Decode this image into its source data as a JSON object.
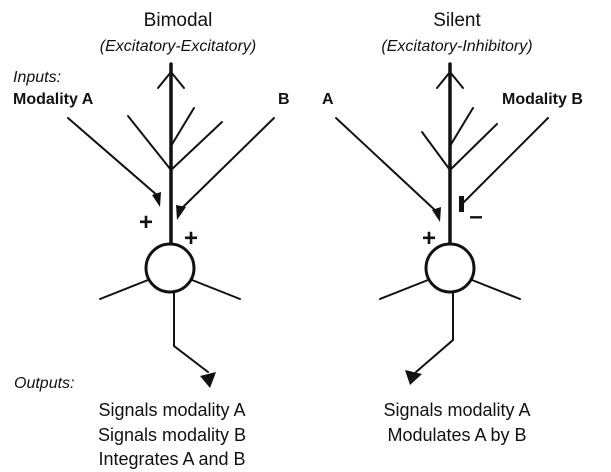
{
  "left": {
    "title": "Bimodal",
    "subtitle": "(Excitatory-Excitatory)",
    "input_a_label": "Modality  A",
    "input_b_label": "B",
    "sign_a": "+",
    "sign_b": "+",
    "outputs": [
      "Signals modality  A",
      "Signals modality  B",
      "Integrates A and B"
    ]
  },
  "right": {
    "title": "Silent",
    "subtitle": "(Excitatory-Inhibitory)",
    "input_a_label": "A",
    "input_b_label": "Modality  B",
    "sign_a": "+",
    "sign_b": "–",
    "outputs": [
      "Signals modality  A",
      "Modulates  A  by  B"
    ]
  },
  "inputs_label": "Inputs:",
  "outputs_label": "Outputs:"
}
